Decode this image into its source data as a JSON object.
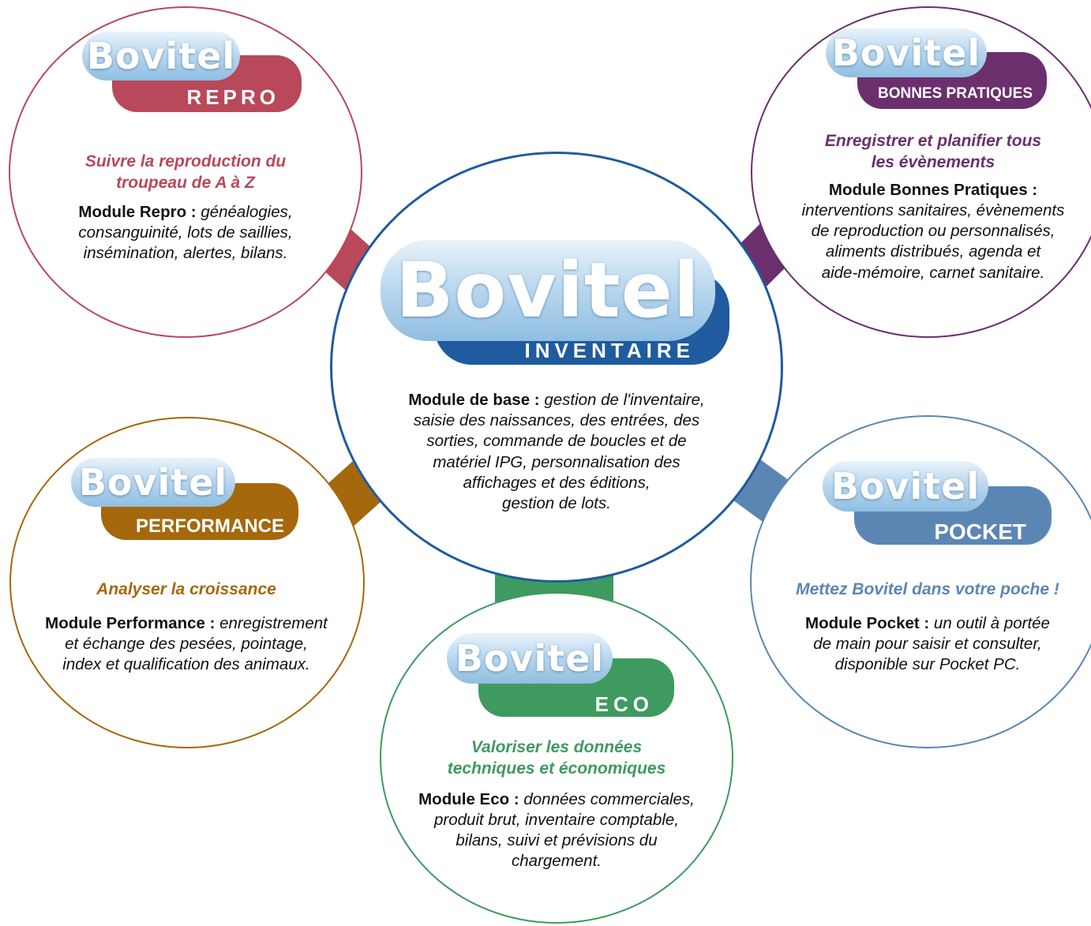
{
  "colors": {
    "repro": "#b9485a",
    "bonnes_pratiques": "#6b2f6e",
    "inventaire": "#1f5b9e",
    "performance": "#a5680c",
    "pocket": "#5b86b4",
    "eco": "#3f9a60"
  },
  "center": {
    "brand": "Bovitel",
    "module": "INVENTAIRE",
    "desc_title": "Module de base :",
    "desc_first": "gestion de l'inventaire,",
    "desc_lines": [
      "saisie des naissances, des entrées, des",
      "sorties, commande de boucles et de",
      "matériel IPG, personnalisation des",
      "affichages et des éditions,",
      "gestion de lots."
    ]
  },
  "repro": {
    "brand": "Bovitel",
    "module": "REPRO",
    "tagline_lines": [
      "Suivre la reproduction du",
      "troupeau de A à Z"
    ],
    "desc_title": "Module Repro :",
    "desc_first": "généalogies,",
    "desc_lines": [
      "consanguinité, lots de saillies,",
      "insémination, alertes, bilans."
    ]
  },
  "bonnes_pratiques": {
    "brand": "Bovitel",
    "module": "BONNES PRATIQUES",
    "tagline_lines": [
      "Enregistrer et planifier tous",
      "les évènements"
    ],
    "desc_title": "Module Bonnes Pratiques :",
    "desc_first": "",
    "desc_lines": [
      "interventions sanitaires, évènements",
      "de reproduction ou personnalisés,",
      "aliments distribués, agenda et",
      "aide-mémoire, carnet sanitaire."
    ]
  },
  "performance": {
    "brand": "Bovitel",
    "module": "PERFORMANCE",
    "tagline_lines": [
      "Analyser la croissance"
    ],
    "desc_title": "Module Performance :",
    "desc_first": "enregistrement",
    "desc_lines": [
      "et échange des pesées, pointage,",
      "index et qualification des animaux."
    ]
  },
  "pocket": {
    "brand": "Bovitel",
    "module": "POCKET",
    "tagline_lines": [
      "Mettez Bovitel dans votre poche !"
    ],
    "desc_title": "Module Pocket :",
    "desc_first": "un outil à portée",
    "desc_lines": [
      "de main pour saisir et consulter,",
      "disponible sur Pocket PC."
    ]
  },
  "eco": {
    "brand": "Bovitel",
    "module": "ECO",
    "tagline_lines": [
      "Valoriser les données",
      "techniques et économiques"
    ],
    "desc_title": "Module Eco :",
    "desc_first": "données commerciales,",
    "desc_lines": [
      "produit brut, inventaire comptable,",
      "bilans, suivi et prévisions du",
      "chargement."
    ]
  }
}
